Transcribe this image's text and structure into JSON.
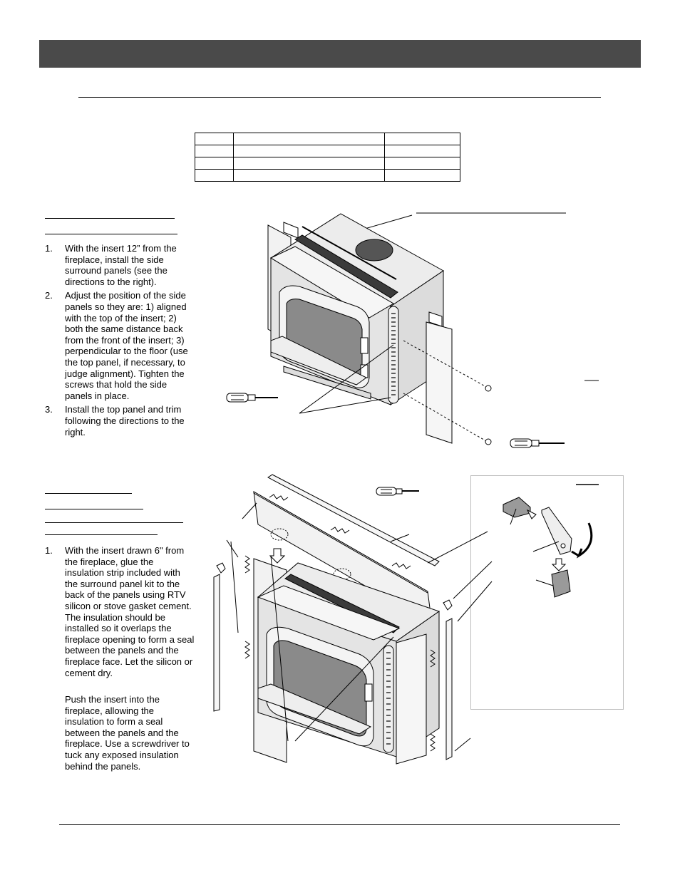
{
  "section_one": {
    "steps": [
      {
        "num": "1.",
        "text": "With the insert 12” from the fireplace, install the side surround panels (see the directions to the right)."
      },
      {
        "num": "2.",
        "text": "Adjust the position of the side panels so they are: 1) aligned with the top of the insert; 2) both the same distance back from the front of the insert; 3) perpendicular to the floor (use the top panel, if necessary, to judge alignment).  Tighten the screws that hold the side panels in place."
      },
      {
        "num": "3.",
        "text": "Install the top panel and trim following the directions to the right."
      }
    ]
  },
  "section_two": {
    "steps": [
      {
        "num": "1.",
        "text": "With the insert drawn 6\" from the fireplace, glue the insulation strip included with the surround panel kit to the back of the panels using RTV silicon or stove gasket cement.  The insulation should be installed so it overlaps the fireplace opening to form a seal between the panels and the fireplace face.  Let the silicon or cement dry."
      }
    ],
    "continuation": "Push the insert into the fireplace, allowing the insulation to form a seal between the panels and the fireplace.  Use a screwdriver to tuck any exposed insulation behind the panels."
  },
  "colors": {
    "header_bar": "#4a4a4a",
    "door_glass": "#8a8a8a",
    "top_trim": "#3a3a3a",
    "panel_fill": "#e8e8e8",
    "body_fill": "#dcdcdc"
  }
}
